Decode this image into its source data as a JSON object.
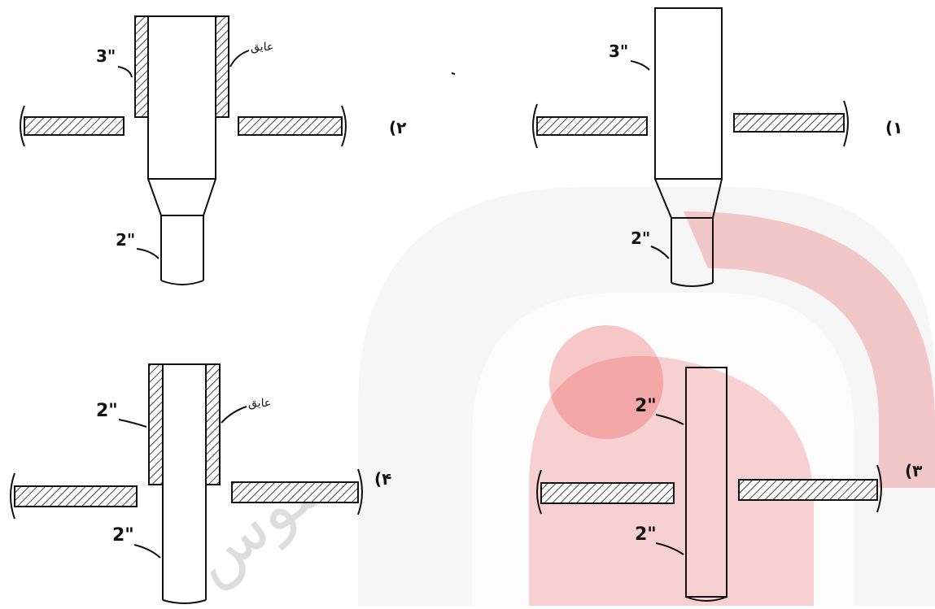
{
  "figures": [
    {
      "id": "1",
      "option_number": "(۱",
      "top_label": "3\"",
      "bottom_label": "2\""
    },
    {
      "id": "2",
      "option_number": "(۲",
      "top_label": "3\"",
      "bottom_label": "2\"",
      "insulation_label": "عایق"
    },
    {
      "id": "3",
      "option_number": "(۳",
      "top_label": "2\"",
      "bottom_label": "2\""
    },
    {
      "id": "4",
      "option_number": "(۴",
      "top_label": "2\"",
      "bottom_label": "2\"",
      "insulation_label": "عایق"
    }
  ],
  "watermark": {
    "text": "موس",
    "colors": {
      "red": "#e83a3a",
      "gray": "#d4d4d4"
    }
  }
}
